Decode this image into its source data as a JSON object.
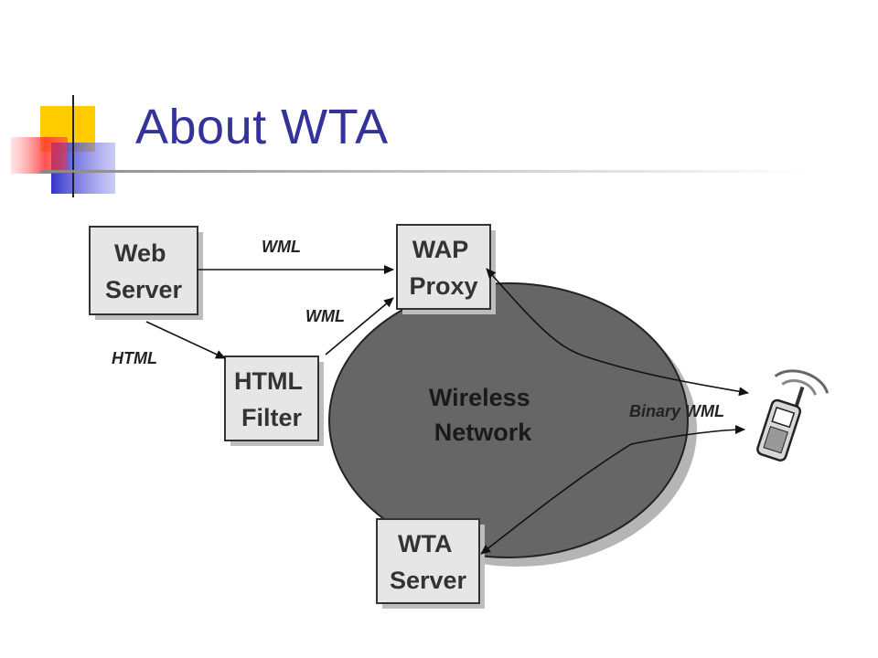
{
  "slide": {
    "title": "About WTA"
  },
  "nodes": {
    "web_server": [
      "Web",
      "Server"
    ],
    "wap_proxy": [
      "WAP",
      "Proxy"
    ],
    "html_filter": [
      "HTML",
      "Filter"
    ],
    "wta_server": [
      "WTA",
      "Server"
    ],
    "wireless_network": [
      "Wireless",
      "Network"
    ]
  },
  "edges": {
    "web_to_wap": "WML",
    "filter_to_wap": "WML",
    "web_to_filter": "HTML",
    "network_to_phone": "Binary WML"
  },
  "icons": {
    "phone": "mobile-phone-icon"
  },
  "colors": {
    "title": "#333399",
    "network": "#666666",
    "box": "#e6e6e6",
    "accent_yellow": "#ffcc00",
    "accent_red": "#ff3333",
    "accent_blue": "#3333cc"
  }
}
